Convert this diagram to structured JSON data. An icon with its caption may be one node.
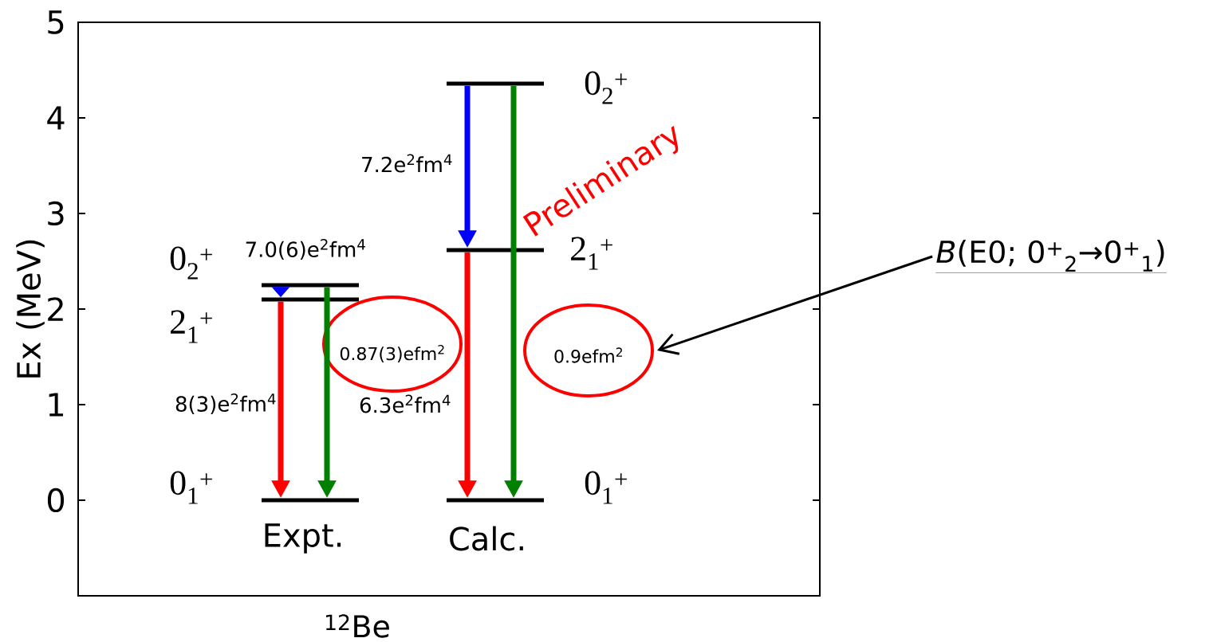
{
  "diagram": {
    "nodes": [
      {
        "text": [],
        "shape": "bar",
        "beside": [
          "0$_{2}$$^{+}$"
        ]
      },
      {
        "text": [],
        "shape": "bar",
        "beside": [
          "2$_{1}$$^{+}$"
        ]
      },
      {
        "text": [],
        "shape": "bar",
        "beside": [
          "0$_{1}$$^{+}$"
        ]
      },
      {
        "text": [],
        "shape": "bar",
        "beside": [
          "0$_{2}$$^{+}$"
        ]
      },
      {
        "text": [],
        "shape": "bar",
        "beside": [
          "2$_{1}$$^{+}$"
        ]
      },
      {
        "text": [],
        "shape": "bar",
        "beside": [
          "0$_{1}$$^{+}$"
        ]
      },
      {
        "text": [
          "0.87(3)efm$^{2}$"
        ]
      },
      {
        "text": [
          "0.9efm$^{2}$"
        ]
      },
      {
        "text": [
          "*B*(E0; 0$^{+}$$_{2}$→0$^{+}$$_{1}$)"
        ]
      }
    ],
    "edges": [
      {
        "from": 0,
        "to": 1,
        "arrow": "to",
        "color": "#0000ff",
        "label": "7.0(6)e$^{2}$fm$^{4}$"
      },
      {
        "from": 1,
        "to": 2,
        "arrow": "to",
        "color": "#ff0000",
        "label": "8(3)e$^{2}$fm$^{4}$"
      },
      {
        "from": 0,
        "to": 2,
        "arrow": "to",
        "color": "#008000"
      },
      {
        "from": 3,
        "to": 4,
        "arrow": "to",
        "color": "#0000ff",
        "label": "7.2e$^{2}$fm$^{4}$"
      },
      {
        "from": 4,
        "to": 5,
        "arrow": "to",
        "color": "#ff0000",
        "label": "6.3e$^{2}$fm$^{4}$"
      },
      {
        "from": 3,
        "to": 5,
        "arrow": "to",
        "color": "#008000"
      },
      {
        "from": 8,
        "to": 7,
        "arrow": "to",
        "color": "#000000"
      }
    ],
    "labels": [
      "5",
      "4",
      "3",
      "2",
      "1",
      "0",
      "Ex (MeV)",
      "Preliminary",
      "Expt.",
      "Calc.",
      "$^{12}$Be"
    ]
  }
}
